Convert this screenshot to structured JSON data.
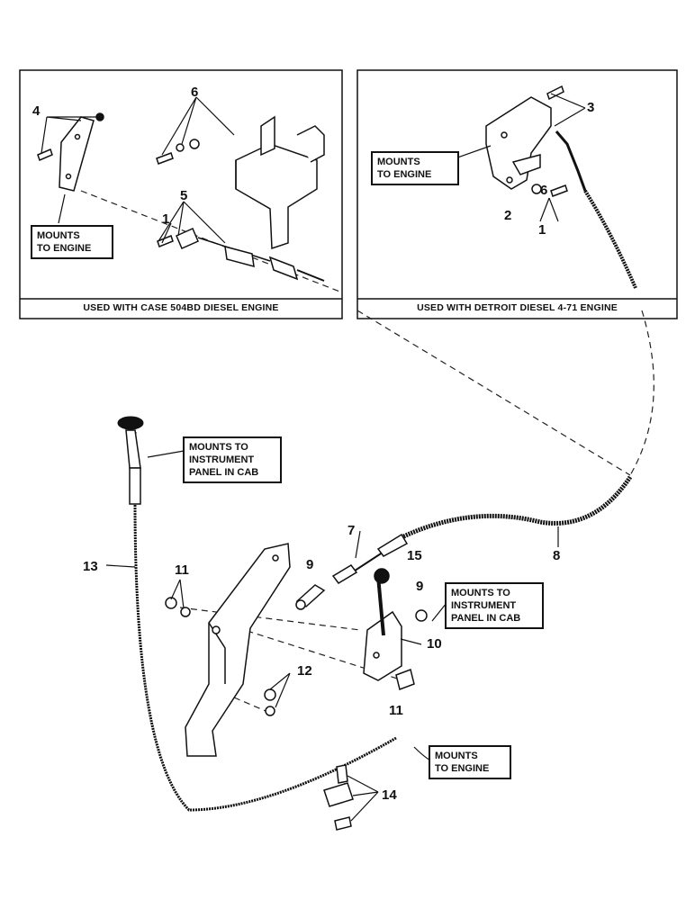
{
  "panels": {
    "case": {
      "caption": "USED WITH CASE 504BD DIESEL ENGINE"
    },
    "detroit": {
      "caption": "USED WITH DETROIT DIESEL 4-71 ENGINE"
    }
  },
  "notes": {
    "case_engine": "MOUNTS\nTO ENGINE",
    "detroit_engine": "MOUNTS\nTO ENGINE",
    "panel_top": "MOUNTS TO\nINSTRUMENT\nPANEL IN CAB",
    "panel_right": "MOUNTS TO\nINSTRUMENT\nPANEL IN CAB",
    "bottom_engine": "MOUNTS\nTO ENGINE"
  },
  "callouts": {
    "c4": "4",
    "c6_case": "6",
    "c5": "5",
    "c1_case": "1",
    "c3": "3",
    "c2": "2",
    "c6_detroit": "6",
    "c1_detroit": "1",
    "c7": "7",
    "c8": "8",
    "c9_left": "9",
    "c15": "15",
    "c9_right": "9",
    "c10": "10",
    "c11_left": "11",
    "c12": "12",
    "c11_bottom": "11",
    "c13": "13",
    "c14": "14"
  }
}
